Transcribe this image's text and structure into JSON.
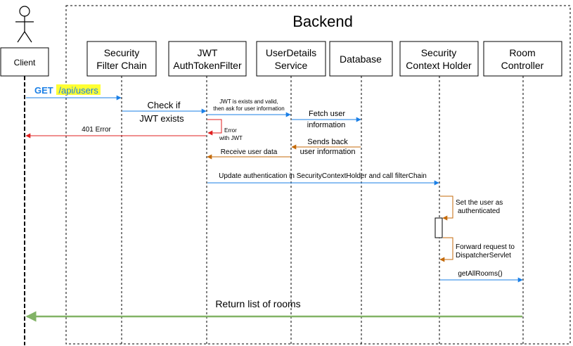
{
  "frame": {
    "title": "Backend"
  },
  "actors": {
    "client": "Client",
    "security_filter_chain": [
      "Security",
      "Filter Chain"
    ],
    "jwt_filter": [
      "JWT",
      "AuthTokenFilter"
    ],
    "user_details_service": [
      "UserDetails",
      "Service"
    ],
    "database": "Database",
    "security_context_holder": [
      "Security",
      "Context Holder"
    ],
    "room_controller": [
      "Room",
      "Controller"
    ]
  },
  "messages": {
    "request": {
      "method": "GET",
      "path": "/api/users"
    },
    "check_jwt": [
      "Check if",
      "JWT exists"
    ],
    "jwt_valid": [
      "JWT is exists and valid,",
      "then ask for user information"
    ],
    "fetch_user": [
      "Fetch user",
      "information"
    ],
    "error_401": "401 Error",
    "error_jwt": [
      "Error",
      "with JWT"
    ],
    "sends_back": [
      "Sends back",
      "user information"
    ],
    "receive_user": "Receive user data",
    "update_auth": "Update authentication in SecurityContextHolder and call filterChain",
    "set_user": [
      "Set the user as",
      "authenticated"
    ],
    "forward": [
      "Forward request to",
      "DispatcherServlet"
    ],
    "get_all_rooms": "getAllRooms()",
    "return_rooms": "Return list of rooms"
  },
  "colors": {
    "blue": "#1a7fe6",
    "red": "#e01f1f",
    "orange": "#c46a0a",
    "green": "#82b366",
    "highlight": "#ffff33"
  }
}
